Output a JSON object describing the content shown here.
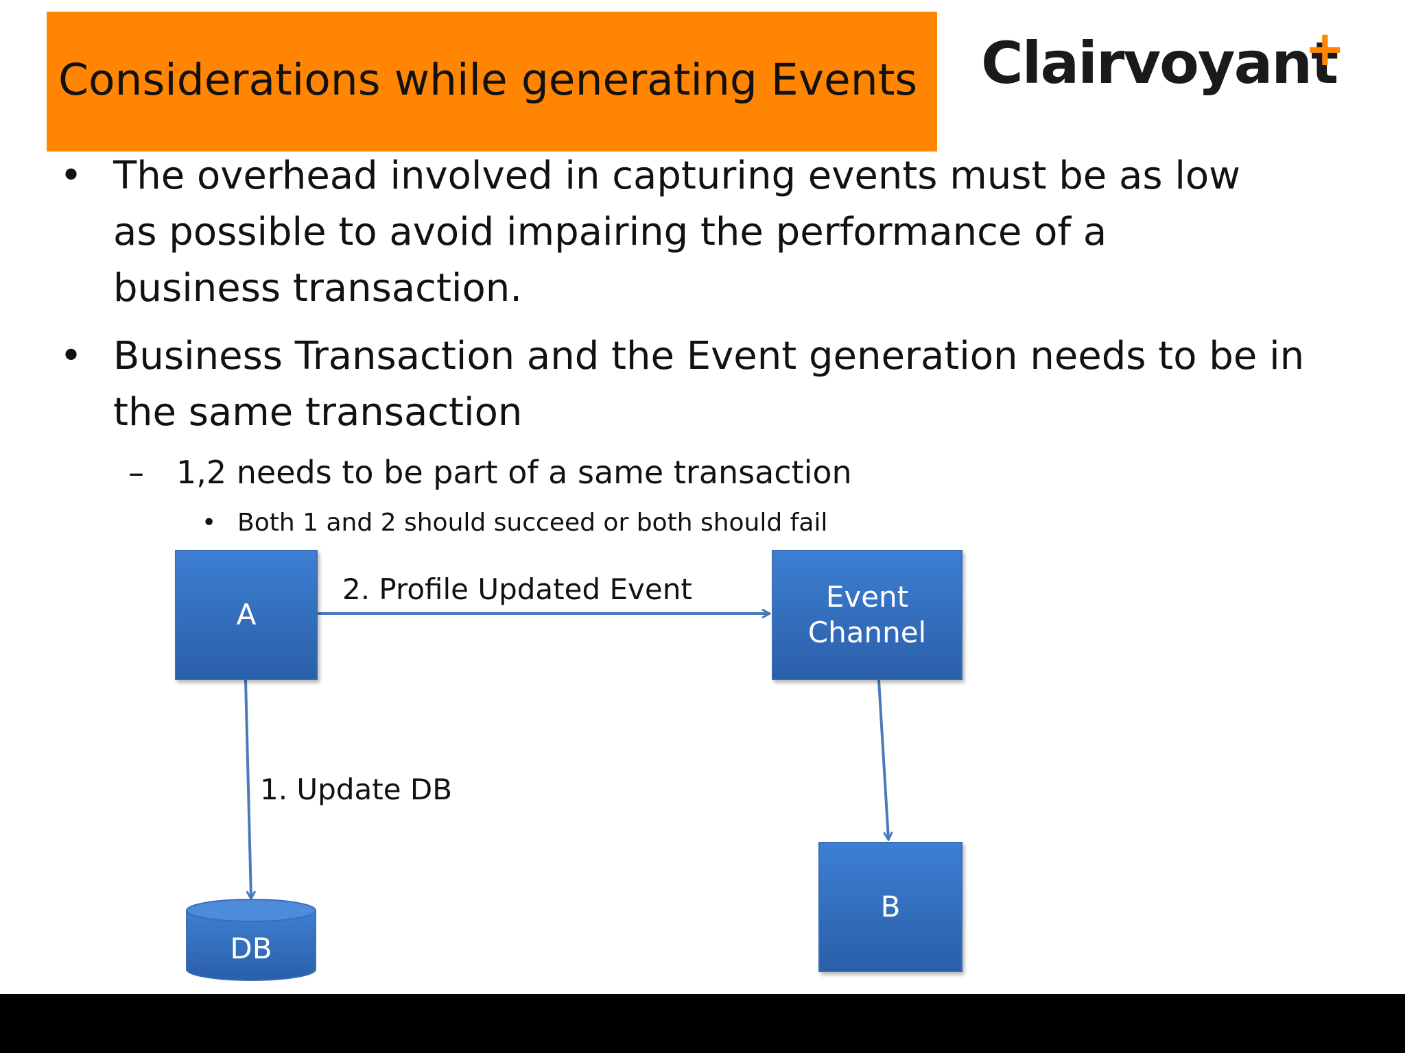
{
  "title": "Considerations while generating Events",
  "logo": {
    "text": "Clairvoyant",
    "mark": "+"
  },
  "bullets": [
    {
      "marker": "•",
      "text": "The overhead involved in capturing events must be as low as possible to avoid impairing the performance of a business transaction."
    },
    {
      "marker": "•",
      "text": "Business Transaction and the Event generation needs to be in the same transaction"
    }
  ],
  "sub_bullet": {
    "marker": "–",
    "text": "1,2 needs to be part of a same transaction"
  },
  "sub_sub_bullet": {
    "marker": "•",
    "text": "Both 1 and 2 should succeed or both should fail"
  },
  "diagram": {
    "node_a": "A",
    "node_event_channel": "Event Channel",
    "node_b": "B",
    "node_db": "DB",
    "edge_profile_updated": "2. Profile Updated Event",
    "edge_update_db": "1. Update DB"
  },
  "colors": {
    "title_bar": "#ff8502",
    "node_fill": "#3b7bd0",
    "arrow": "#4a7ab9",
    "bottom_bar": "#000000"
  }
}
